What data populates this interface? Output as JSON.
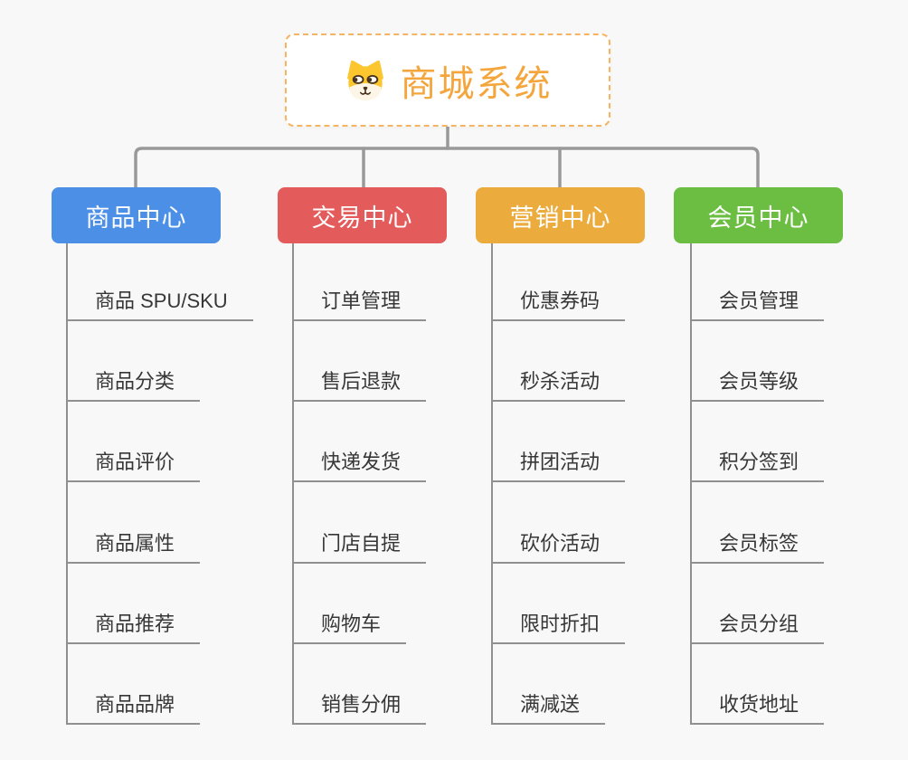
{
  "canvas_bg": "#f8f8f8",
  "connector_color": "#999999",
  "leaf_line_color": "#909090",
  "leaf_text_color": "#373737",
  "root": {
    "label": "商城系统",
    "icon": "dog-face-icon",
    "text_color": "#f4a63d",
    "border_color": "#f5b461"
  },
  "branches": [
    {
      "label": "商品中心",
      "color": "#4c8fe6",
      "children": [
        "商品 SPU/SKU",
        "商品分类",
        "商品评价",
        "商品属性",
        "商品推荐",
        "商品品牌"
      ]
    },
    {
      "label": "交易中心",
      "color": "#e45b5b",
      "children": [
        "订单管理",
        "售后退款",
        "快递发货",
        "门店自提",
        "购物车",
        "销售分佣"
      ]
    },
    {
      "label": "营销中心",
      "color": "#ebac3d",
      "children": [
        "优惠券码",
        "秒杀活动",
        "拼团活动",
        "砍价活动",
        "限时折扣",
        "满减送"
      ]
    },
    {
      "label": "会员中心",
      "color": "#6cbe43",
      "children": [
        "会员管理",
        "会员等级",
        "积分签到",
        "会员标签",
        "会员分组",
        "收货地址"
      ]
    }
  ]
}
